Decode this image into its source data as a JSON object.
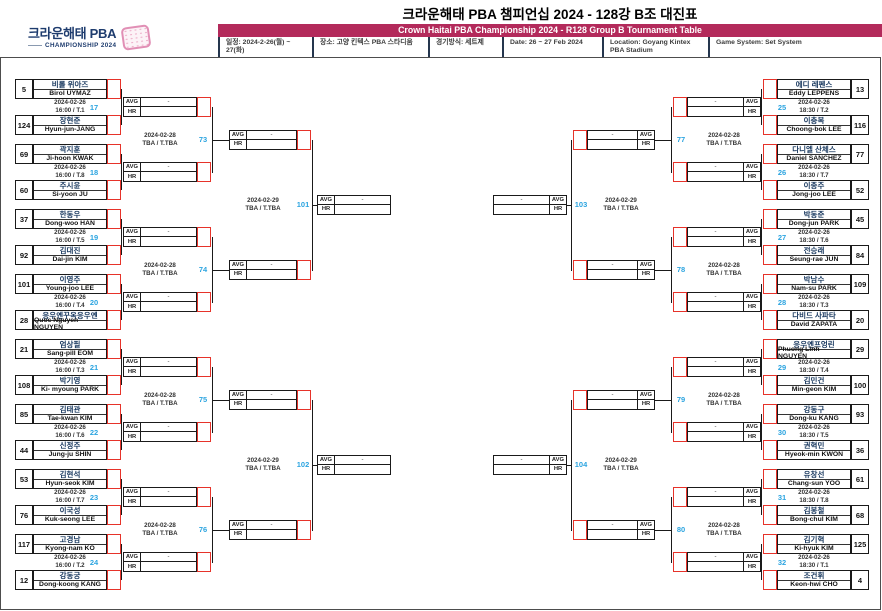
{
  "header": {
    "title": "크라운해태 PBA 챔피언십 2024 - 128강 B조 대진표",
    "banner": "Crown Haitai PBA Championship 2024 - R128 Group B Tournament Table",
    "logo": {
      "title": "크라운해태 PBA",
      "subtitle": "CHAMPIONSHIP 2024",
      "icon": "cracker-icon"
    },
    "info": [
      "일정: 2024-2-26(월) ~ 27(화)",
      "장소: 고양 킨텍스 PBA 스타디움",
      "경기방식: 세트제",
      "Date: 26 ~ 27 Feb 2024",
      "Location: Goyang Kintex PBA Stadium",
      "Game System: Set System"
    ]
  },
  "labels": {
    "avg": "AVG",
    "hr": "HR",
    "dash": "-"
  },
  "rounds": {
    "r2_date": "2024-02-28",
    "r2_venue": "TBA / T.TBA",
    "r3_date": "2024-02-29",
    "r3_venue": "TBA / T.TBA"
  },
  "colors": {
    "banner_magenta": "#B32A5B",
    "match_number_blue": "#2BA4E0",
    "score_box_red": "#E6332A",
    "name_navy": "#17375E"
  },
  "bracket": {
    "left": {
      "r1": [
        {
          "no": 17,
          "date": "2024-02-26",
          "time": "16:00 / T.1",
          "p1": {
            "seed": 5,
            "kr": "비롤 위아즈",
            "en": "Birol UYMAZ"
          },
          "p2": {
            "seed": 124,
            "kr": "장현준",
            "en": "Hyun-jun-JANG"
          }
        },
        {
          "no": 18,
          "date": "2024-02-26",
          "time": "16:00 / T.8",
          "p1": {
            "seed": 69,
            "kr": "곽지훈",
            "en": "Ji-hoon KWAK"
          },
          "p2": {
            "seed": 60,
            "kr": "주시윤",
            "en": "Si-yoon JU"
          }
        },
        {
          "no": 19,
          "date": "2024-02-26",
          "time": "16:00 / T.5",
          "p1": {
            "seed": 37,
            "kr": "한동우",
            "en": "Dong-woo HAN"
          },
          "p2": {
            "seed": 92,
            "kr": "김대진",
            "en": "Dai-jin KIM"
          }
        },
        {
          "no": 20,
          "date": "2024-02-26",
          "time": "16:00 / T.4",
          "p1": {
            "seed": 101,
            "kr": "이영주",
            "en": "Young-joo LEE"
          },
          "p2": {
            "seed": 28,
            "kr": "응우옌꾸옥응우옌",
            "en": "Quoc Nguyen NGUYEN"
          }
        },
        {
          "no": 21,
          "date": "2024-02-26",
          "time": "16:00 / T.3",
          "p1": {
            "seed": 21,
            "kr": "엄상필",
            "en": "Sang-pill EOM"
          },
          "p2": {
            "seed": 108,
            "kr": "박기영",
            "en": "Ki- myoung PARK"
          }
        },
        {
          "no": 22,
          "date": "2024-02-26",
          "time": "16:00 / T.6",
          "p1": {
            "seed": 85,
            "kr": "김태관",
            "en": "Tae-kwan KIM"
          },
          "p2": {
            "seed": 44,
            "kr": "신정주",
            "en": "Jung-ju SHIN"
          }
        },
        {
          "no": 23,
          "date": "2024-02-26",
          "time": "16:00 / T.7",
          "p1": {
            "seed": 53,
            "kr": "김현석",
            "en": "Hyun-seok KIM"
          },
          "p2": {
            "seed": 76,
            "kr": "이국성",
            "en": "Kuk-seong LEE"
          }
        },
        {
          "no": 24,
          "date": "2024-02-26",
          "time": "16:00 / T.2",
          "p1": {
            "seed": 117,
            "kr": "고경남",
            "en": "Kyong-nam KO"
          },
          "p2": {
            "seed": 12,
            "kr": "강동궁",
            "en": "Dong-koong KANG"
          }
        }
      ],
      "r2": [
        {
          "no": 73
        },
        {
          "no": 74
        },
        {
          "no": 75
        },
        {
          "no": 76
        }
      ],
      "r3": [
        {
          "no": 101
        },
        {
          "no": 102
        }
      ]
    },
    "right": {
      "r1": [
        {
          "no": 25,
          "date": "2024-02-26",
          "time": "18:30 / T.2",
          "p1": {
            "seed": 13,
            "kr": "에디 레펜스",
            "en": "Eddy LEPPENS"
          },
          "p2": {
            "seed": 116,
            "kr": "이충복",
            "en": "Choong-bok LEE"
          }
        },
        {
          "no": 26,
          "date": "2024-02-26",
          "time": "18:30 / T.7",
          "p1": {
            "seed": 77,
            "kr": "다니엘 산체스",
            "en": "Daniel SANCHEZ"
          },
          "p2": {
            "seed": 52,
            "kr": "이종주",
            "en": "Jong-joo LEE"
          }
        },
        {
          "no": 27,
          "date": "2024-02-26",
          "time": "18:30 / T.6",
          "p1": {
            "seed": 45,
            "kr": "박동준",
            "en": "Dong-jun PARK"
          },
          "p2": {
            "seed": 84,
            "kr": "전승래",
            "en": "Seung-rae JUN"
          }
        },
        {
          "no": 28,
          "date": "2024-02-26",
          "time": "18:30 / T.3",
          "p1": {
            "seed": 109,
            "kr": "박남수",
            "en": "Nam-su PARK"
          },
          "p2": {
            "seed": 20,
            "kr": "다비드 사파타",
            "en": "David ZAPATA"
          }
        },
        {
          "no": 29,
          "date": "2024-02-26",
          "time": "18:30 / T.4",
          "p1": {
            "seed": 29,
            "kr": "응우옌프엉린",
            "en": "Phuong Linh NGUYEN"
          },
          "p2": {
            "seed": 100,
            "kr": "김민건",
            "en": "Min-geon KIM"
          }
        },
        {
          "no": 30,
          "date": "2024-02-26",
          "time": "18:30 / T.5",
          "p1": {
            "seed": 93,
            "kr": "강동구",
            "en": "Dong-ku KANG"
          },
          "p2": {
            "seed": 36,
            "kr": "권혁민",
            "en": "Hyeok-min KWON"
          }
        },
        {
          "no": 31,
          "date": "2024-02-26",
          "time": "18:30 / T.8",
          "p1": {
            "seed": 61,
            "kr": "유창선",
            "en": "Chang-sun YOO"
          },
          "p2": {
            "seed": 68,
            "kr": "김봉철",
            "en": "Bong-chul KIM"
          }
        },
        {
          "no": 32,
          "date": "2024-02-26",
          "time": "18:30 / T.1",
          "p1": {
            "seed": 125,
            "kr": "김기혁",
            "en": "Ki-hyuk KIM"
          },
          "p2": {
            "seed": 4,
            "kr": "조건휘",
            "en": "Keon-hwi CHO"
          }
        }
      ],
      "r2": [
        {
          "no": 77
        },
        {
          "no": 78
        },
        {
          "no": 79
        },
        {
          "no": 80
        }
      ],
      "r3": [
        {
          "no": 103
        },
        {
          "no": 104
        }
      ]
    }
  }
}
